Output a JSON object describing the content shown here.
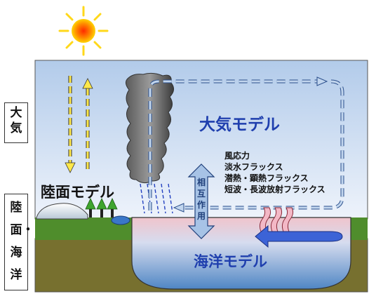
{
  "side_labels": {
    "atmosphere": "大気",
    "land_ocean": "陸面・海洋"
  },
  "models": {
    "atmosphere": "大気モデル",
    "land": "陸面モデル",
    "ocean": "海洋モデル"
  },
  "interaction": "相互作用",
  "fluxes": [
    "風応力",
    "淡水フラックス",
    "潜熱・顕熱フラックス",
    "短波・長波放射フラックス"
  ],
  "colors": {
    "sky_top": "#b8d0ec",
    "sky_bottom": "#e6eef9",
    "ocean": "#9ec3e4",
    "ground": "#7a7233",
    "grass": "#4e8a2a",
    "atmosphere_text": "#1f3fae",
    "loop_arrow": "#a9c4e6",
    "sun": "#ffd22e",
    "heat_arrow": "#e8a8b8",
    "ocean_arrow": "#3a5fd0",
    "interaction_arrow": "#8eb0d8"
  }
}
